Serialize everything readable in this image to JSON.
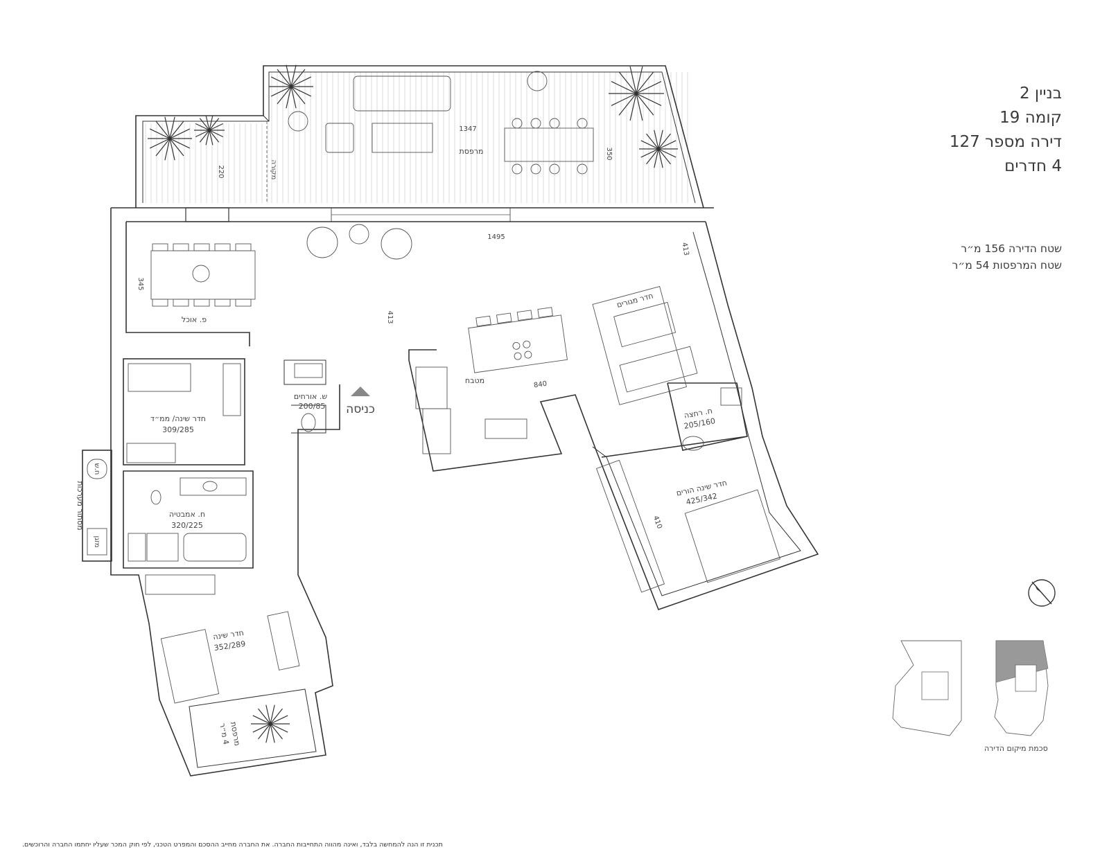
{
  "header": {
    "building": "בניין 2",
    "floor": "קומה 19",
    "apartment": "דירה מספר 127",
    "rooms": "4 חדרים"
  },
  "areas": {
    "apartment_area": "שטח הדירה  156 מ״ר",
    "balconies_area": "שטח המרפסות  54 מ״ר"
  },
  "rooms": {
    "terrace": "מרפסת",
    "covered": "מקורה",
    "dining": "פ. אוכל",
    "kitchen": "מטבח",
    "kids_room": "חדר מגורים",
    "bedroom_safe": "חדר שינה/ ממ״ד",
    "bedroom_safe_size": "309/285",
    "guest_wc": "ש. אורחים",
    "guest_wc_size": "200/85",
    "entrance": "כניסה",
    "bath": "ח. אמבטיה",
    "bath_size": "320/225",
    "shower": "ח. רחצה",
    "shower_size": "205/160",
    "master": "חדר שינה הורים",
    "master_size": "425/342",
    "bedroom": "חדר שינה",
    "bedroom_size": "352/289",
    "small_balcony": "מרפסת",
    "small_balcony_size": "4 מ״ר",
    "laundry_hide": "מסתור מערכות",
    "ac": "מזגן",
    "heater": "ח.ש"
  },
  "dimensions": {
    "terrace_length": "1347",
    "terrace_depth": "350",
    "terrace_left": "220",
    "living_length": "1495",
    "living_depth": "413",
    "living_right": "413",
    "dining_depth": "345",
    "kitchen_length": "840",
    "master_depth": "410"
  },
  "keymap_label": "סכמת מיקום הדירה",
  "disclaimer": "תכנית זו הנה להמחשה בלבד, ואינה מהווה התחייבות החברה. את החברה מחייב ההסכם והמפרט הטכני, לפי חוק המכר שעליו יחתמו החברה והרוכשים."
}
